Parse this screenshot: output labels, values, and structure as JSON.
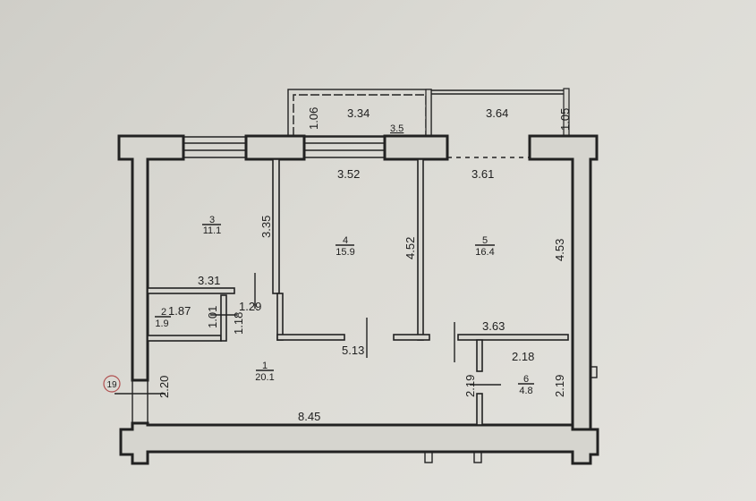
{
  "rooms": [
    {
      "number": "1",
      "area": "20.1"
    },
    {
      "number": "2",
      "area": "1.9"
    },
    {
      "number": "3",
      "area": "11.1"
    },
    {
      "number": "4",
      "area": "15.9"
    },
    {
      "number": "5",
      "area": "16.4"
    },
    {
      "number": "6",
      "area": "4.8"
    }
  ],
  "dimensions": {
    "balcony1_width": "3.34",
    "balcony1_depth": "1.06",
    "balcony1_window": "3.5",
    "balcony2_width": "3.64",
    "balcony2_depth": "1.05",
    "room4_width": "3.52",
    "room4_depth": "4.52",
    "room5_width": "3.61",
    "room5_depth": "4.53",
    "room3_depth": "3.35",
    "room3_width": "3.31",
    "room2_width": "1.87",
    "room2_depth": "1.01",
    "passage_depth": "1.18",
    "passage_width": "1.29",
    "corridor_width": "5.13",
    "room6_top": "3.63",
    "room6_width": "2.18",
    "room6_door_side": "2.19",
    "room6_depth": "2.19",
    "entry_width": "2.20",
    "hall_length": "8.45"
  },
  "axis_marker": "19"
}
